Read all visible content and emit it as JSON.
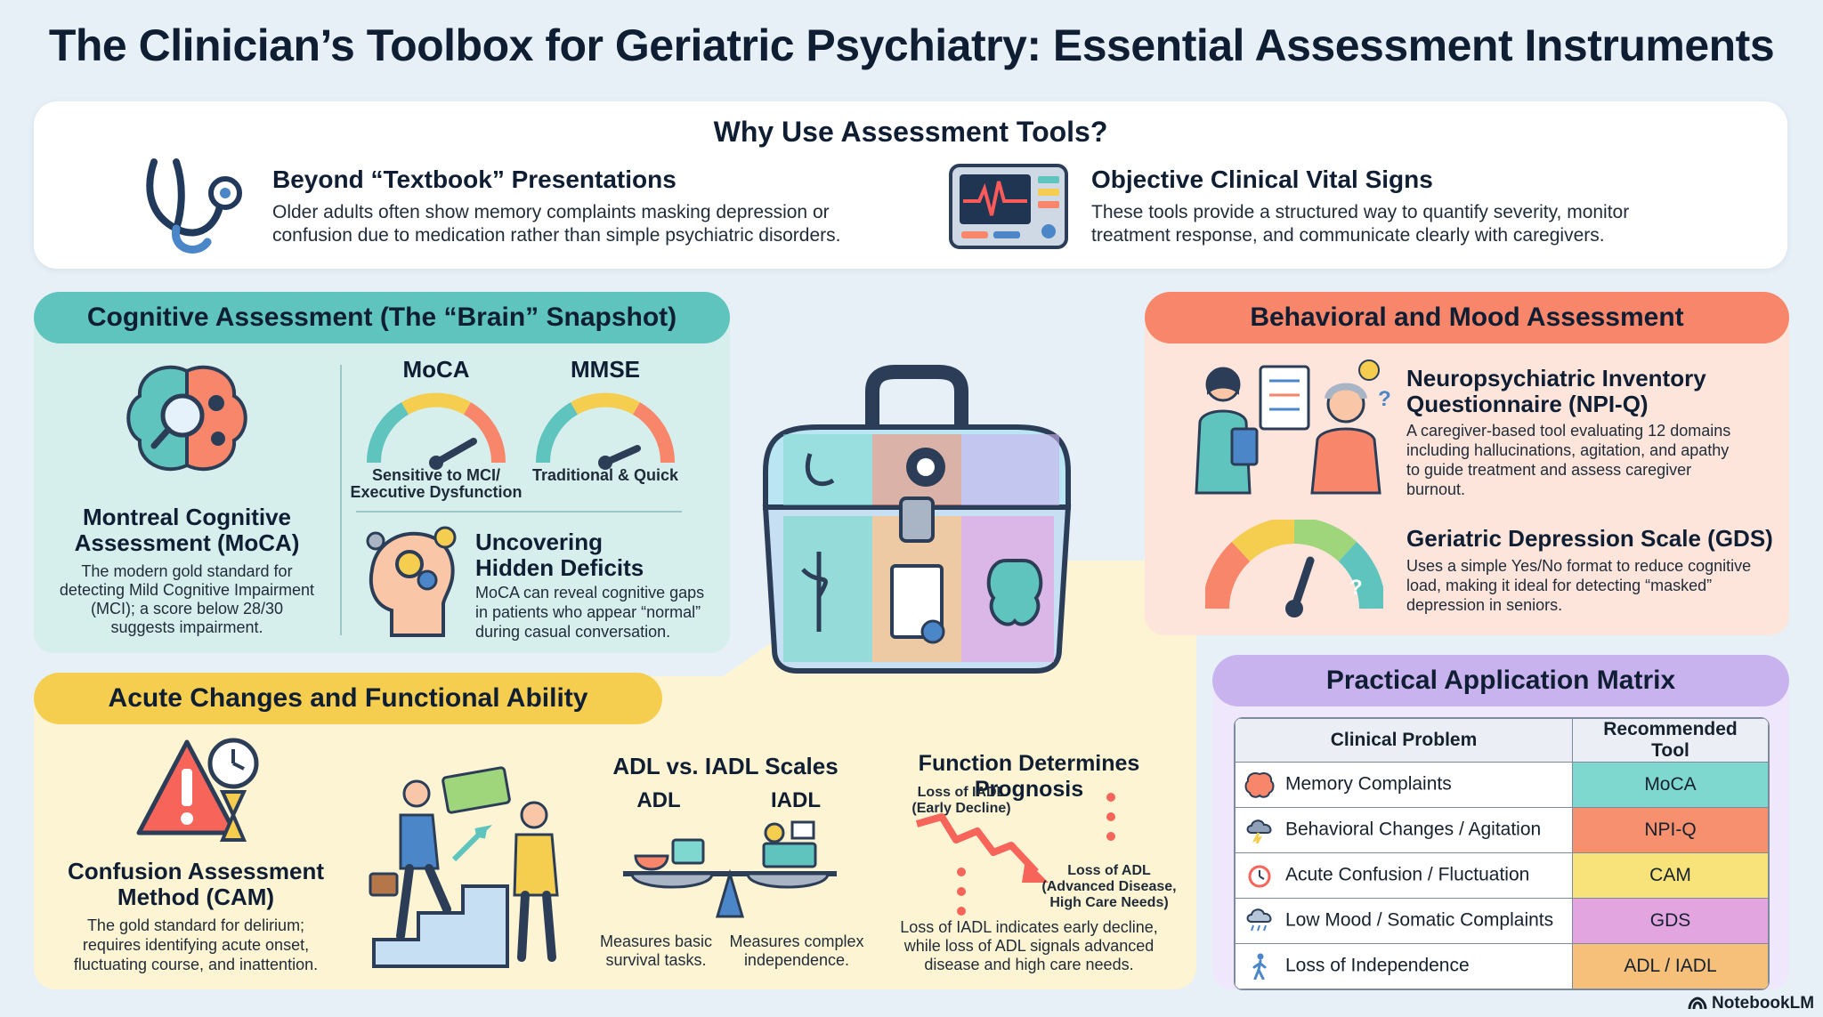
{
  "title": "The Clinician’s Toolbox for Geriatric Psychiatry: Essential Assessment Instruments",
  "why": {
    "heading": "Why Use Assessment Tools?",
    "left": {
      "icon": "stethoscope-icon",
      "title": "Beyond “Textbook” Presentations",
      "text1": "Older adults often show memory complaints masking depression or",
      "text2": "confusion due to medication rather than simple psychiatric disorders."
    },
    "right": {
      "icon": "vital-signs-monitor-icon",
      "title": "Objective Clinical Vital Signs",
      "text1": "These tools provide a structured way to quantify severity, monitor",
      "text2": "treatment response, and communicate clearly with caregivers."
    }
  },
  "cognitive": {
    "heading": "Cognitive Assessment (The “Brain” Snapshot)",
    "moca_full": {
      "title1": "Montreal Cognitive",
      "title2": "Assessment (MoCA)",
      "lines": [
        "The modern gold standard for",
        "detecting Mild Cognitive Impairment",
        "(MCI); a score below 28/30",
        "suggests impairment."
      ]
    },
    "gauge_moca": {
      "label": "MoCA",
      "cap1": "Sensitive to MCI/",
      "cap2": "Executive Dysfunction"
    },
    "gauge_mmse": {
      "label": "MMSE",
      "cap1": "Traditional & Quick"
    },
    "hidden": {
      "title1": "Uncovering",
      "title2": "Hidden Deficits",
      "lines": [
        "MoCA can reveal cognitive gaps",
        "in patients who appear “normal”",
        "during casual conversation."
      ]
    }
  },
  "behavioral": {
    "heading": "Behavioral and Mood Assessment",
    "npi": {
      "title1": "Neuropsychiatric Inventory",
      "title2": "Questionnaire (NPI-Q)",
      "lines": [
        "A caregiver-based tool evaluating 12 domains",
        "including hallucinations, agitation, and apathy",
        "to guide treatment and assess caregiver",
        "burnout."
      ]
    },
    "gds": {
      "title": "Geriatric Depression Scale (GDS)",
      "lines": [
        "Uses a simple Yes/No format to reduce cognitive",
        "load, making it ideal for detecting “masked”",
        "depression in seniors."
      ]
    }
  },
  "acute": {
    "heading": "Acute Changes and Functional Ability",
    "cam": {
      "title1": "Confusion Assessment",
      "title2": "Method (CAM)",
      "lines": [
        "The gold standard for delirium;",
        "requires identifying acute onset,",
        "fluctuating course, and inattention."
      ]
    },
    "scales": {
      "title": "ADL vs. IADL Scales",
      "adl": "ADL",
      "iadl": "IADL",
      "adl_cap1": "Measures basic",
      "adl_cap2": "survival tasks.",
      "iadl_cap1": "Measures complex",
      "iadl_cap2": "independence."
    },
    "prognosis": {
      "title": "Function Determines Prognosis",
      "iadl_loss1": "Loss of IADL",
      "iadl_loss2": "(Early Decline)",
      "adl_loss1": "Loss of ADL",
      "adl_loss2": "(Advanced Disease,",
      "adl_loss3": "High Care Needs)",
      "lines": [
        "Loss of IADL indicates early decline,",
        "while loss of ADL signals advanced",
        "disease and high care needs."
      ]
    }
  },
  "matrix": {
    "heading": "Practical Application Matrix",
    "col1": "Clinical Problem",
    "col2": "Recommended Tool",
    "rows": [
      {
        "problem": "Memory Complaints",
        "tool": "MoCA",
        "icon": "brain-icon",
        "color": "#7fd8cf"
      },
      {
        "problem": "Behavioral Changes / Agitation",
        "tool": "NPI-Q",
        "icon": "storm-cloud-icon",
        "color": "#f7906e"
      },
      {
        "problem": "Acute Confusion / Fluctuation",
        "tool": "CAM",
        "icon": "alarm-clock-icon",
        "color": "#f8e27a"
      },
      {
        "problem": "Low Mood / Somatic Complaints",
        "tool": "GDS",
        "icon": "rain-cloud-icon",
        "color": "#e2a5e0"
      },
      {
        "problem": "Loss of Independence",
        "tool": "ADL / IADL",
        "icon": "walking-person-icon",
        "color": "#f7c07a"
      }
    ]
  },
  "branding": {
    "icon": "notebooklm-logo-icon",
    "label": "NotebookLM"
  },
  "colors": {
    "teal": "#5ec4bd",
    "coral": "#f7866a",
    "yellow": "#f5cd4f",
    "purple": "#c9b3ef",
    "teal_bg": "#d6efed",
    "coral_bg": "#fde5dc",
    "yellow_bg": "#fdf4d3",
    "purple_bg": "#efe7fb"
  }
}
